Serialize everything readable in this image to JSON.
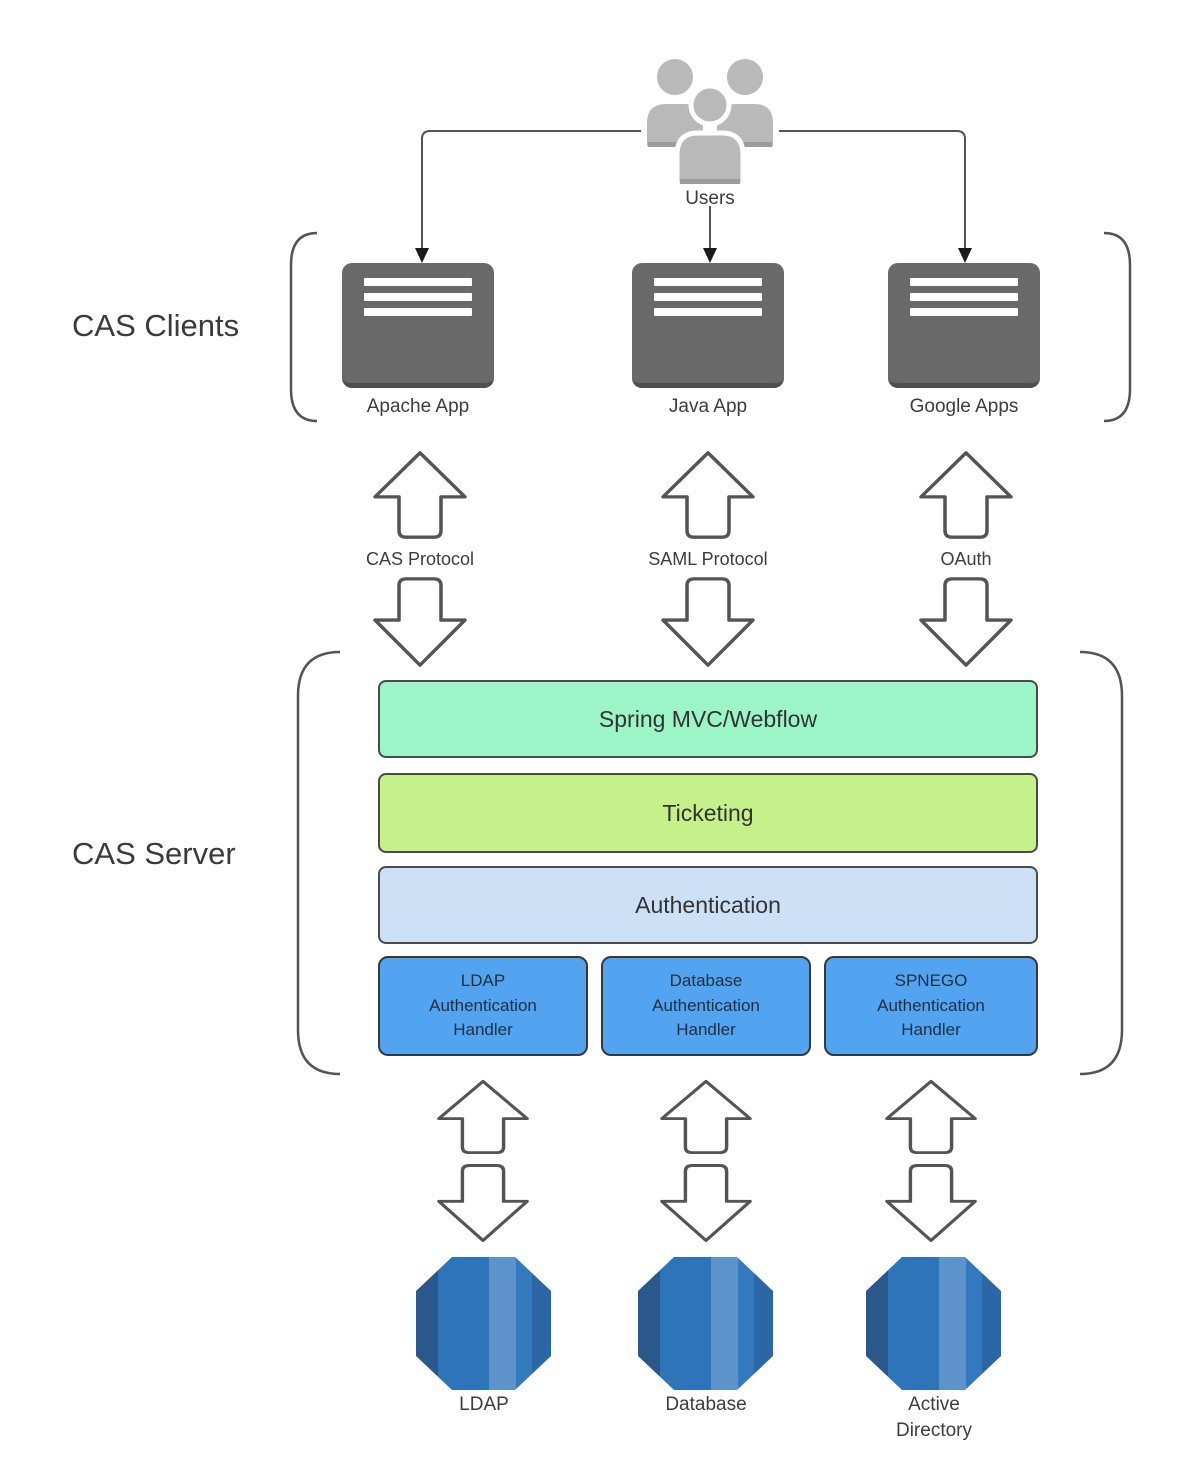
{
  "diagram": {
    "users": {
      "label": "Users"
    },
    "groups": {
      "clients": {
        "label": "CAS Clients"
      },
      "server": {
        "label": "CAS Server"
      }
    },
    "clients": [
      {
        "label": "Apache App"
      },
      {
        "label": "Java App"
      },
      {
        "label": "Google Apps"
      }
    ],
    "protocols": [
      {
        "label": "CAS Protocol"
      },
      {
        "label": "SAML Protocol"
      },
      {
        "label": "OAuth"
      }
    ],
    "layers": [
      {
        "label": "Spring MVC/Webflow",
        "color": "#9bf5c7"
      },
      {
        "label": "Ticketing",
        "color": "#c6f18a"
      },
      {
        "label": "Authentication",
        "color": "#cce0f6"
      }
    ],
    "handlers": [
      {
        "label": "LDAP\nAuthentication\nHandler"
      },
      {
        "label": "Database\nAuthentication\nHandler"
      },
      {
        "label": "SPNEGO\nAuthentication\nHandler"
      }
    ],
    "datastores": [
      {
        "label": "LDAP"
      },
      {
        "label": "Database"
      },
      {
        "label": "Active Directory"
      }
    ],
    "colors": {
      "outline": "#545454",
      "arrowhead": "#1a1a1a",
      "client_box_fill": "#696969",
      "handler_fill": "#52a3f0",
      "icon_gray": "#b9b9b9",
      "icon_gray_dark": "#9b9b9b",
      "db_stripes": [
        "#2a588a",
        "#2e74b8",
        "#5e92cb",
        "#3279bd",
        "#2b67a6"
      ]
    }
  }
}
